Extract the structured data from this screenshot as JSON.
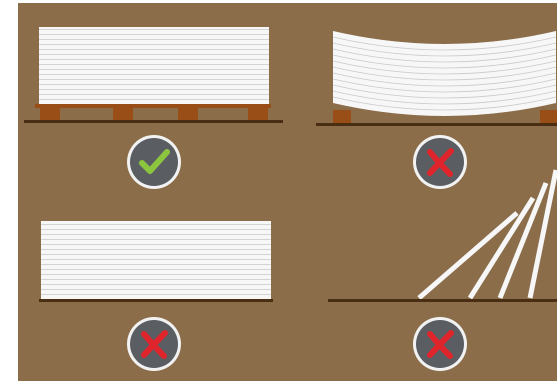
{
  "panels": [
    {
      "id": "pallet-full-support",
      "result": "correct",
      "status_icon": "check-icon"
    },
    {
      "id": "end-supports-sagging",
      "result": "incorrect",
      "status_icon": "cross-icon"
    },
    {
      "id": "flat-on-floor",
      "result": "incorrect",
      "status_icon": "cross-icon"
    },
    {
      "id": "leaning-against-wall",
      "result": "incorrect",
      "status_icon": "cross-icon"
    }
  ],
  "colors": {
    "background": "#8b6d4a",
    "board_fill": "#f7f7f7",
    "board_line": "#c9c9c9",
    "pallet": "#9a4e17",
    "floor_line": "#4a2e14",
    "badge_fill": "#5a5e63",
    "badge_ring": "#f2f2f2",
    "check": "#8cc63f",
    "cross": "#e0242b"
  }
}
